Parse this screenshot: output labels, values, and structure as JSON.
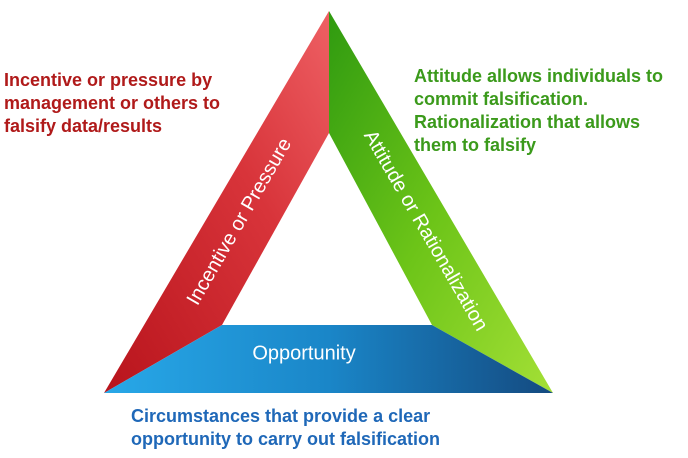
{
  "colors": {
    "pressure": "#d8343a",
    "attitude": "#6cc418",
    "opportunity": "#1a86c8",
    "pressure_text": "#b01a1a",
    "attitude_text": "#3b9a1b",
    "opportunity_text": "#1f68b8"
  },
  "sides": {
    "pressure": "Incentive or Pressure",
    "attitude": "Attitude or Rationalization",
    "opportunity": "Opportunity"
  },
  "notes": {
    "pressure": [
      "Incentive or pressure by",
      "management or others to",
      "falsify data/results"
    ],
    "attitude": [
      "Attitude allows individuals to",
      "commit falsification.",
      "Rationalization that allows",
      "them to falsify"
    ],
    "opportunity": [
      "Circumstances that provide a clear",
      "opportunity to carry out falsification"
    ]
  }
}
